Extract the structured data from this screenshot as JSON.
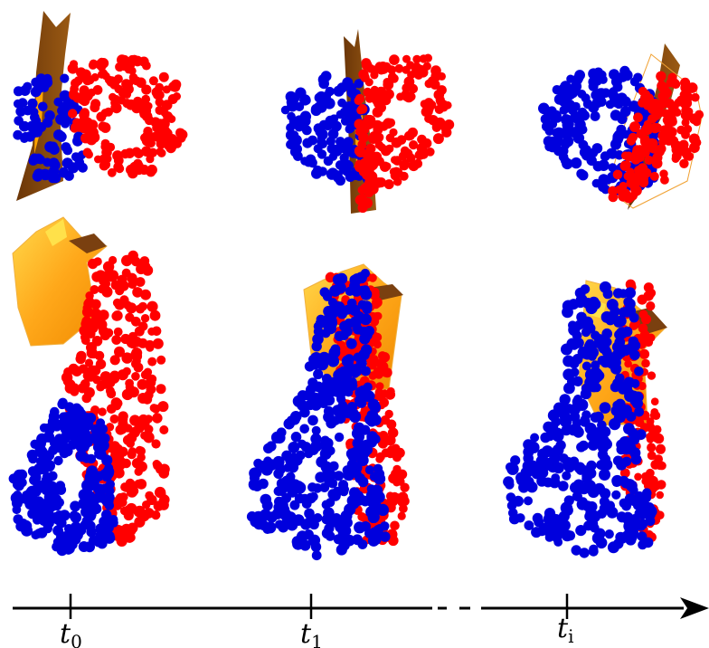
{
  "timeline": {
    "labels": [
      {
        "var": "t",
        "sub": "0"
      },
      {
        "var": "t",
        "sub": "1"
      },
      {
        "var": "t",
        "sub": "i"
      }
    ]
  },
  "colors": {
    "red_points": "#ff0000",
    "blue_points": "#0000dd",
    "orange_mesh": "#ffa500",
    "yellow_highlight": "#ffe14a",
    "brown_mesh": "#8b4a0c",
    "axis": "#000000"
  }
}
